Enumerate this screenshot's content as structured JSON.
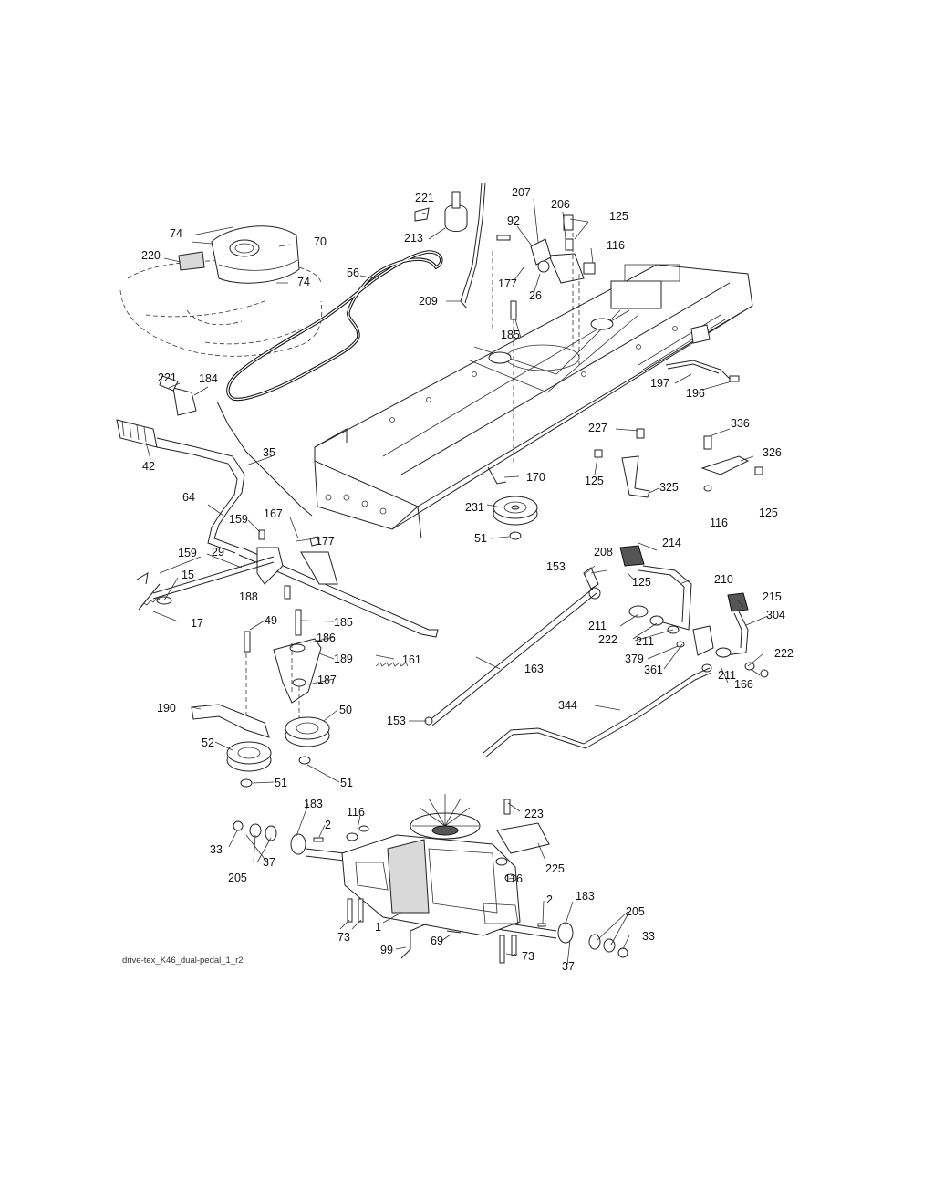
{
  "diagram": {
    "caption": "drive-tex_K46_dual-pedal_1_r2",
    "labels": [
      "221",
      "213",
      "207",
      "92",
      "206",
      "125",
      "116",
      "74",
      "70",
      "220",
      "74",
      "56",
      "209",
      "177",
      "26",
      "185",
      "221",
      "184",
      "197",
      "196",
      "42",
      "35",
      "227",
      "336",
      "326",
      "125",
      "325",
      "64",
      "159",
      "167",
      "177",
      "170",
      "231",
      "51",
      "125",
      "116",
      "159",
      "29",
      "15",
      "188",
      "17",
      "153",
      "208",
      "214",
      "125",
      "210",
      "215",
      "304",
      "49",
      "185",
      "186",
      "189",
      "161",
      "211",
      "222",
      "211",
      "379",
      "361",
      "222",
      "211",
      "166",
      "187",
      "163",
      "190",
      "50",
      "344",
      "153",
      "52",
      "51",
      "51",
      "183",
      "116",
      "223",
      "33",
      "2",
      "37",
      "205",
      "225",
      "116",
      "2",
      "183",
      "205",
      "73",
      "1",
      "33",
      "99",
      "69",
      "73",
      "37"
    ]
  }
}
